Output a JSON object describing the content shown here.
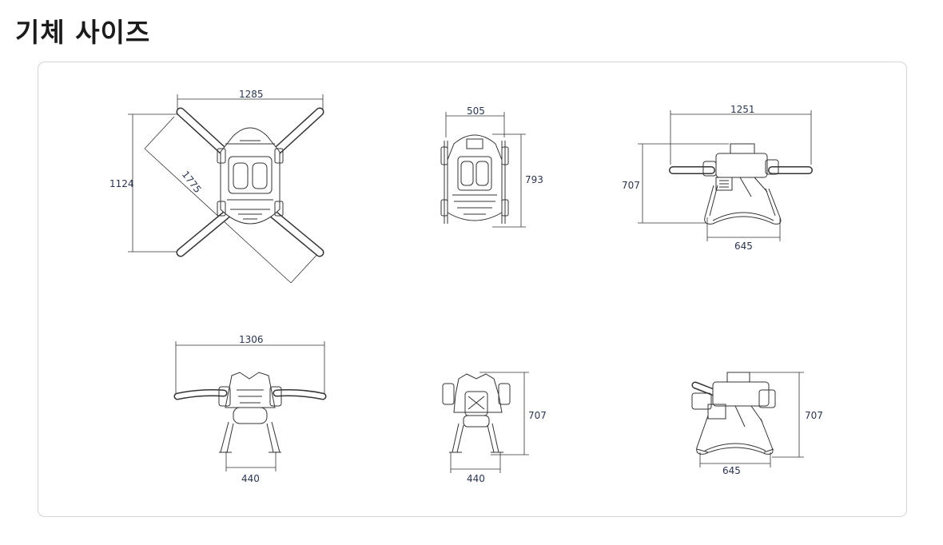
{
  "page": {
    "title": "기체 사이즈"
  },
  "views": [
    {
      "id": "top",
      "width": "1285",
      "height": "1124",
      "diagonal": "1775"
    },
    {
      "id": "front-top",
      "width": "505",
      "height": "793"
    },
    {
      "id": "side-top",
      "width": "1251",
      "height": "707",
      "base": "645"
    },
    {
      "id": "front-unfolded",
      "width": "1306",
      "base": "440"
    },
    {
      "id": "front-folded",
      "height": "707",
      "base": "440"
    },
    {
      "id": "side-folded",
      "height": "707",
      "base": "645"
    }
  ],
  "colors": {
    "line": "#333333",
    "dim": "#2a3550",
    "border": "#d4d4d4"
  }
}
